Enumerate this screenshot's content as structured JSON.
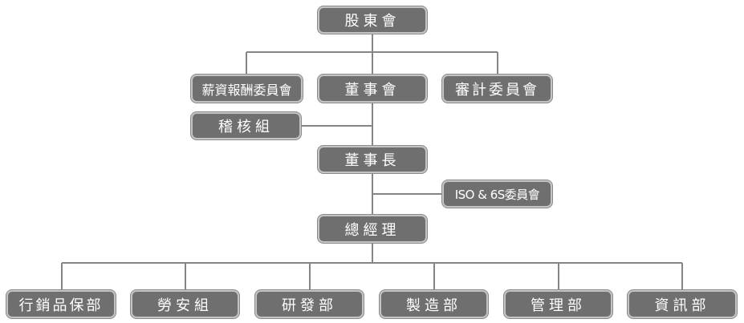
{
  "nodes": {
    "shareholders": "股東會",
    "compensation": "薪資報酬委員會",
    "board": "董事會",
    "audit_committee": "審計委員會",
    "internal_audit": "稽核組",
    "chairman": "董事長",
    "iso_committee": "ISO & 6S委員會",
    "president": "總經理"
  },
  "departments": [
    "行銷品保部",
    "勞安組",
    "研發部",
    "製造部",
    "管理部",
    "資訊部"
  ],
  "colors": {
    "box": "#6f6f6f",
    "border": "#c4c4c4",
    "line": "#858585"
  }
}
